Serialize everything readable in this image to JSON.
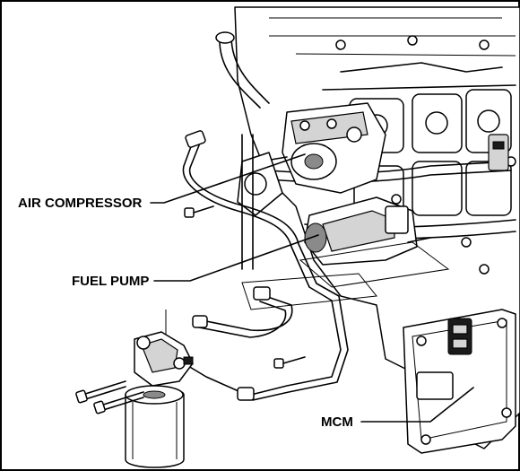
{
  "labels": {
    "air_compressor": "AIR COMPRESSOR",
    "fuel_pump": "FUEL PUMP",
    "mcm": "MCM"
  }
}
